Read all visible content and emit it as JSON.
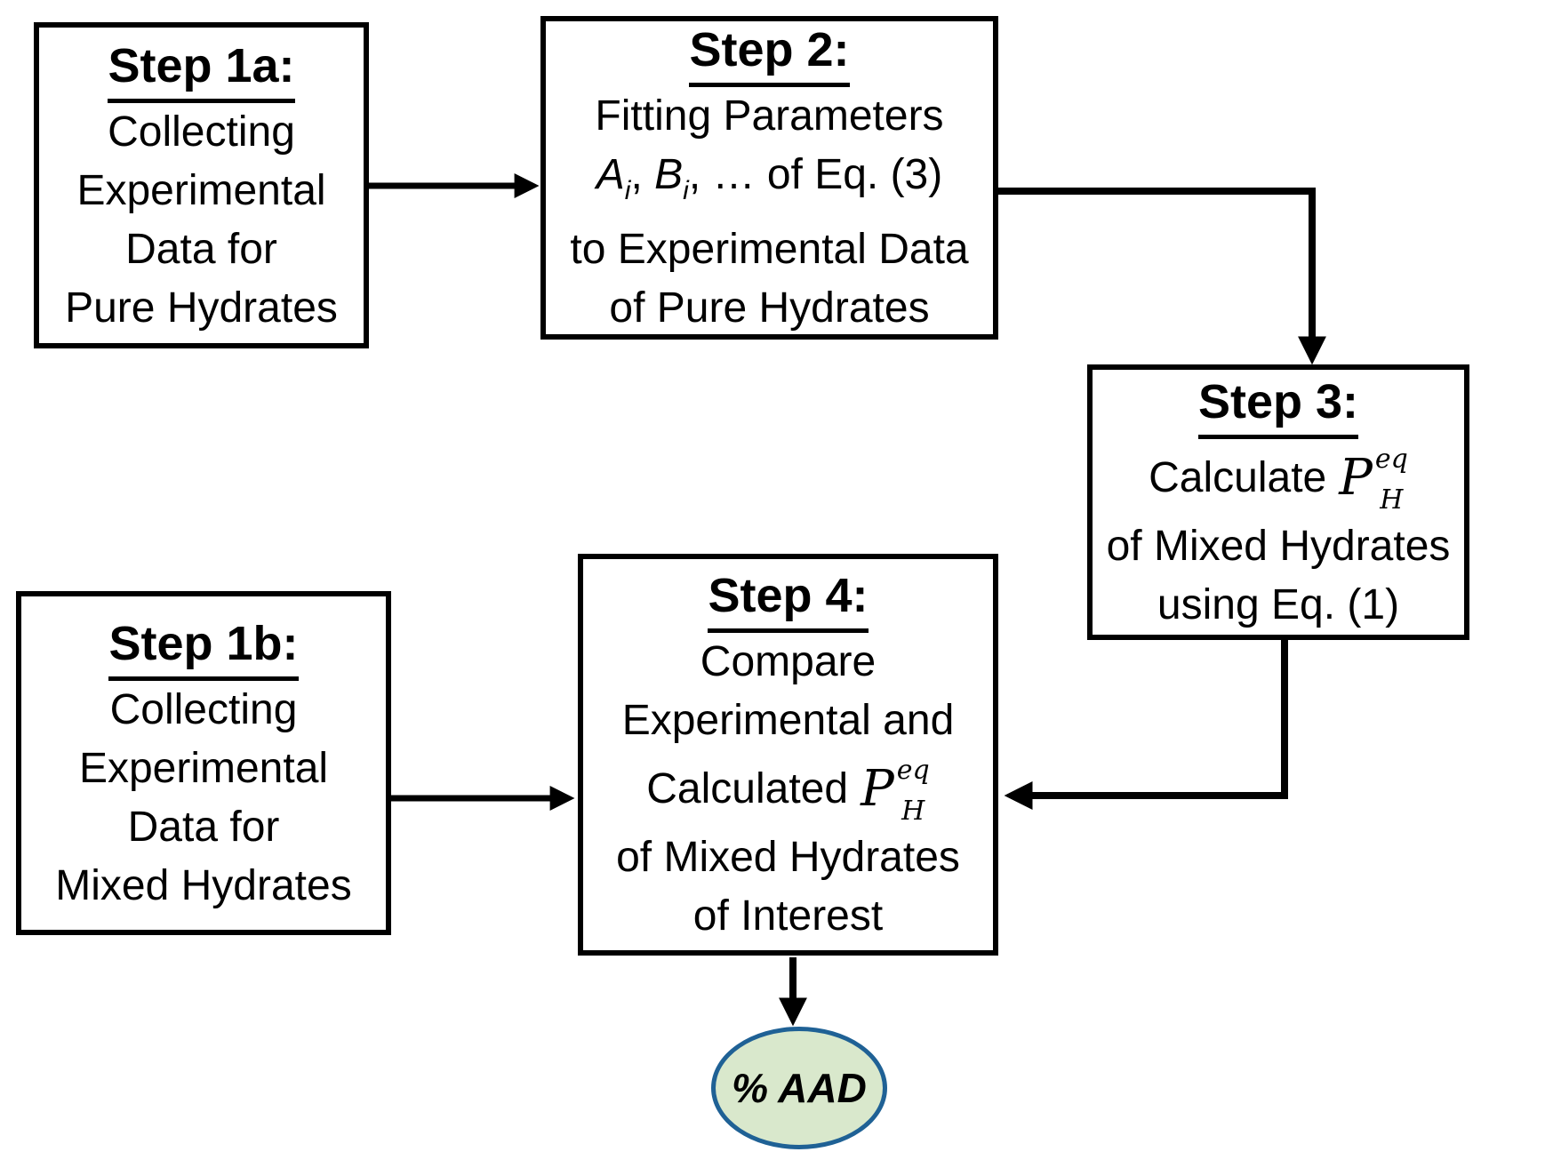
{
  "boxes": {
    "step1a": {
      "title": "Step 1a:",
      "lines": [
        "Collecting",
        "Experimental",
        "Data for",
        "Pure Hydrates"
      ]
    },
    "step2": {
      "title": "Step 2:",
      "line_fitting": "Fitting Parameters",
      "params": {
        "a": "A",
        "a_sub": "i",
        "sep": ", ",
        "b": "B",
        "b_sub": "i",
        "rest": ", … of Eq. (3)"
      },
      "line_to": "to Experimental Data",
      "line_of": "of Pure Hydrates"
    },
    "step3": {
      "title": "Step 3:",
      "calc_prefix": "Calculate",
      "p": "P",
      "p_sup": "eq",
      "p_sub": "H",
      "line_mixed": "of Mixed Hydrates",
      "line_eq": "using Eq. (1)"
    },
    "step1b": {
      "title": "Step 1b:",
      "lines": [
        "Collecting",
        "Experimental",
        "Data for",
        "Mixed Hydrates"
      ]
    },
    "step4": {
      "title": "Step 4:",
      "line_compare": "Compare",
      "line_exp": "Experimental and",
      "calc_prefix": "Calculated",
      "p": "P",
      "p_sup": "eq",
      "p_sub": "H",
      "line_mixed": "of Mixed Hydrates",
      "line_interest": "of Interest"
    }
  },
  "terminal": {
    "label": "% AAD"
  },
  "colors": {
    "ellipse_fill": "#d9e8cc",
    "ellipse_stroke": "#1f6195",
    "line_color": "#000000"
  }
}
